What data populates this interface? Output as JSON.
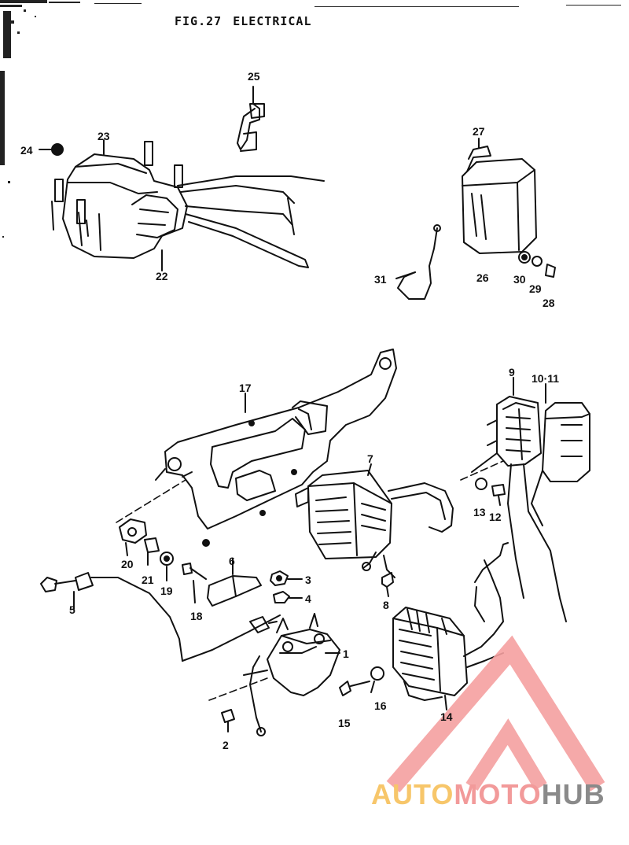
{
  "figure": {
    "id": "FIG.27",
    "title": "ELECTRICAL"
  },
  "callouts": [
    {
      "key": "c1",
      "label": "1"
    },
    {
      "key": "c2",
      "label": "2"
    },
    {
      "key": "c3",
      "label": "3"
    },
    {
      "key": "c4",
      "label": "4"
    },
    {
      "key": "c5",
      "label": "5"
    },
    {
      "key": "c6",
      "label": "6"
    },
    {
      "key": "c7",
      "label": "7"
    },
    {
      "key": "c8",
      "label": "8"
    },
    {
      "key": "c9",
      "label": "9"
    },
    {
      "key": "c1011",
      "label": "10·11"
    },
    {
      "key": "c12",
      "label": "12"
    },
    {
      "key": "c13",
      "label": "13"
    },
    {
      "key": "c14",
      "label": "14"
    },
    {
      "key": "c15",
      "label": "15"
    },
    {
      "key": "c16",
      "label": "16"
    },
    {
      "key": "c17",
      "label": "17"
    },
    {
      "key": "c18",
      "label": "18"
    },
    {
      "key": "c19",
      "label": "19"
    },
    {
      "key": "c20",
      "label": "20"
    },
    {
      "key": "c21",
      "label": "21"
    },
    {
      "key": "c22",
      "label": "22"
    },
    {
      "key": "c23",
      "label": "23"
    },
    {
      "key": "c24",
      "label": "24"
    },
    {
      "key": "c25",
      "label": "25"
    },
    {
      "key": "c26",
      "label": "26"
    },
    {
      "key": "c27",
      "label": "27"
    },
    {
      "key": "c28",
      "label": "28"
    },
    {
      "key": "c29",
      "label": "29"
    },
    {
      "key": "c30",
      "label": "30"
    },
    {
      "key": "c31",
      "label": "31"
    }
  ],
  "watermark": {
    "part1": "AUTO",
    "part2": "MOTO",
    "part3": "HUB",
    "colors": {
      "part1": "#f7c66a",
      "part2": "#f29a9a",
      "part3": "#8a8a8a",
      "logo": "#f5a0a0"
    }
  }
}
